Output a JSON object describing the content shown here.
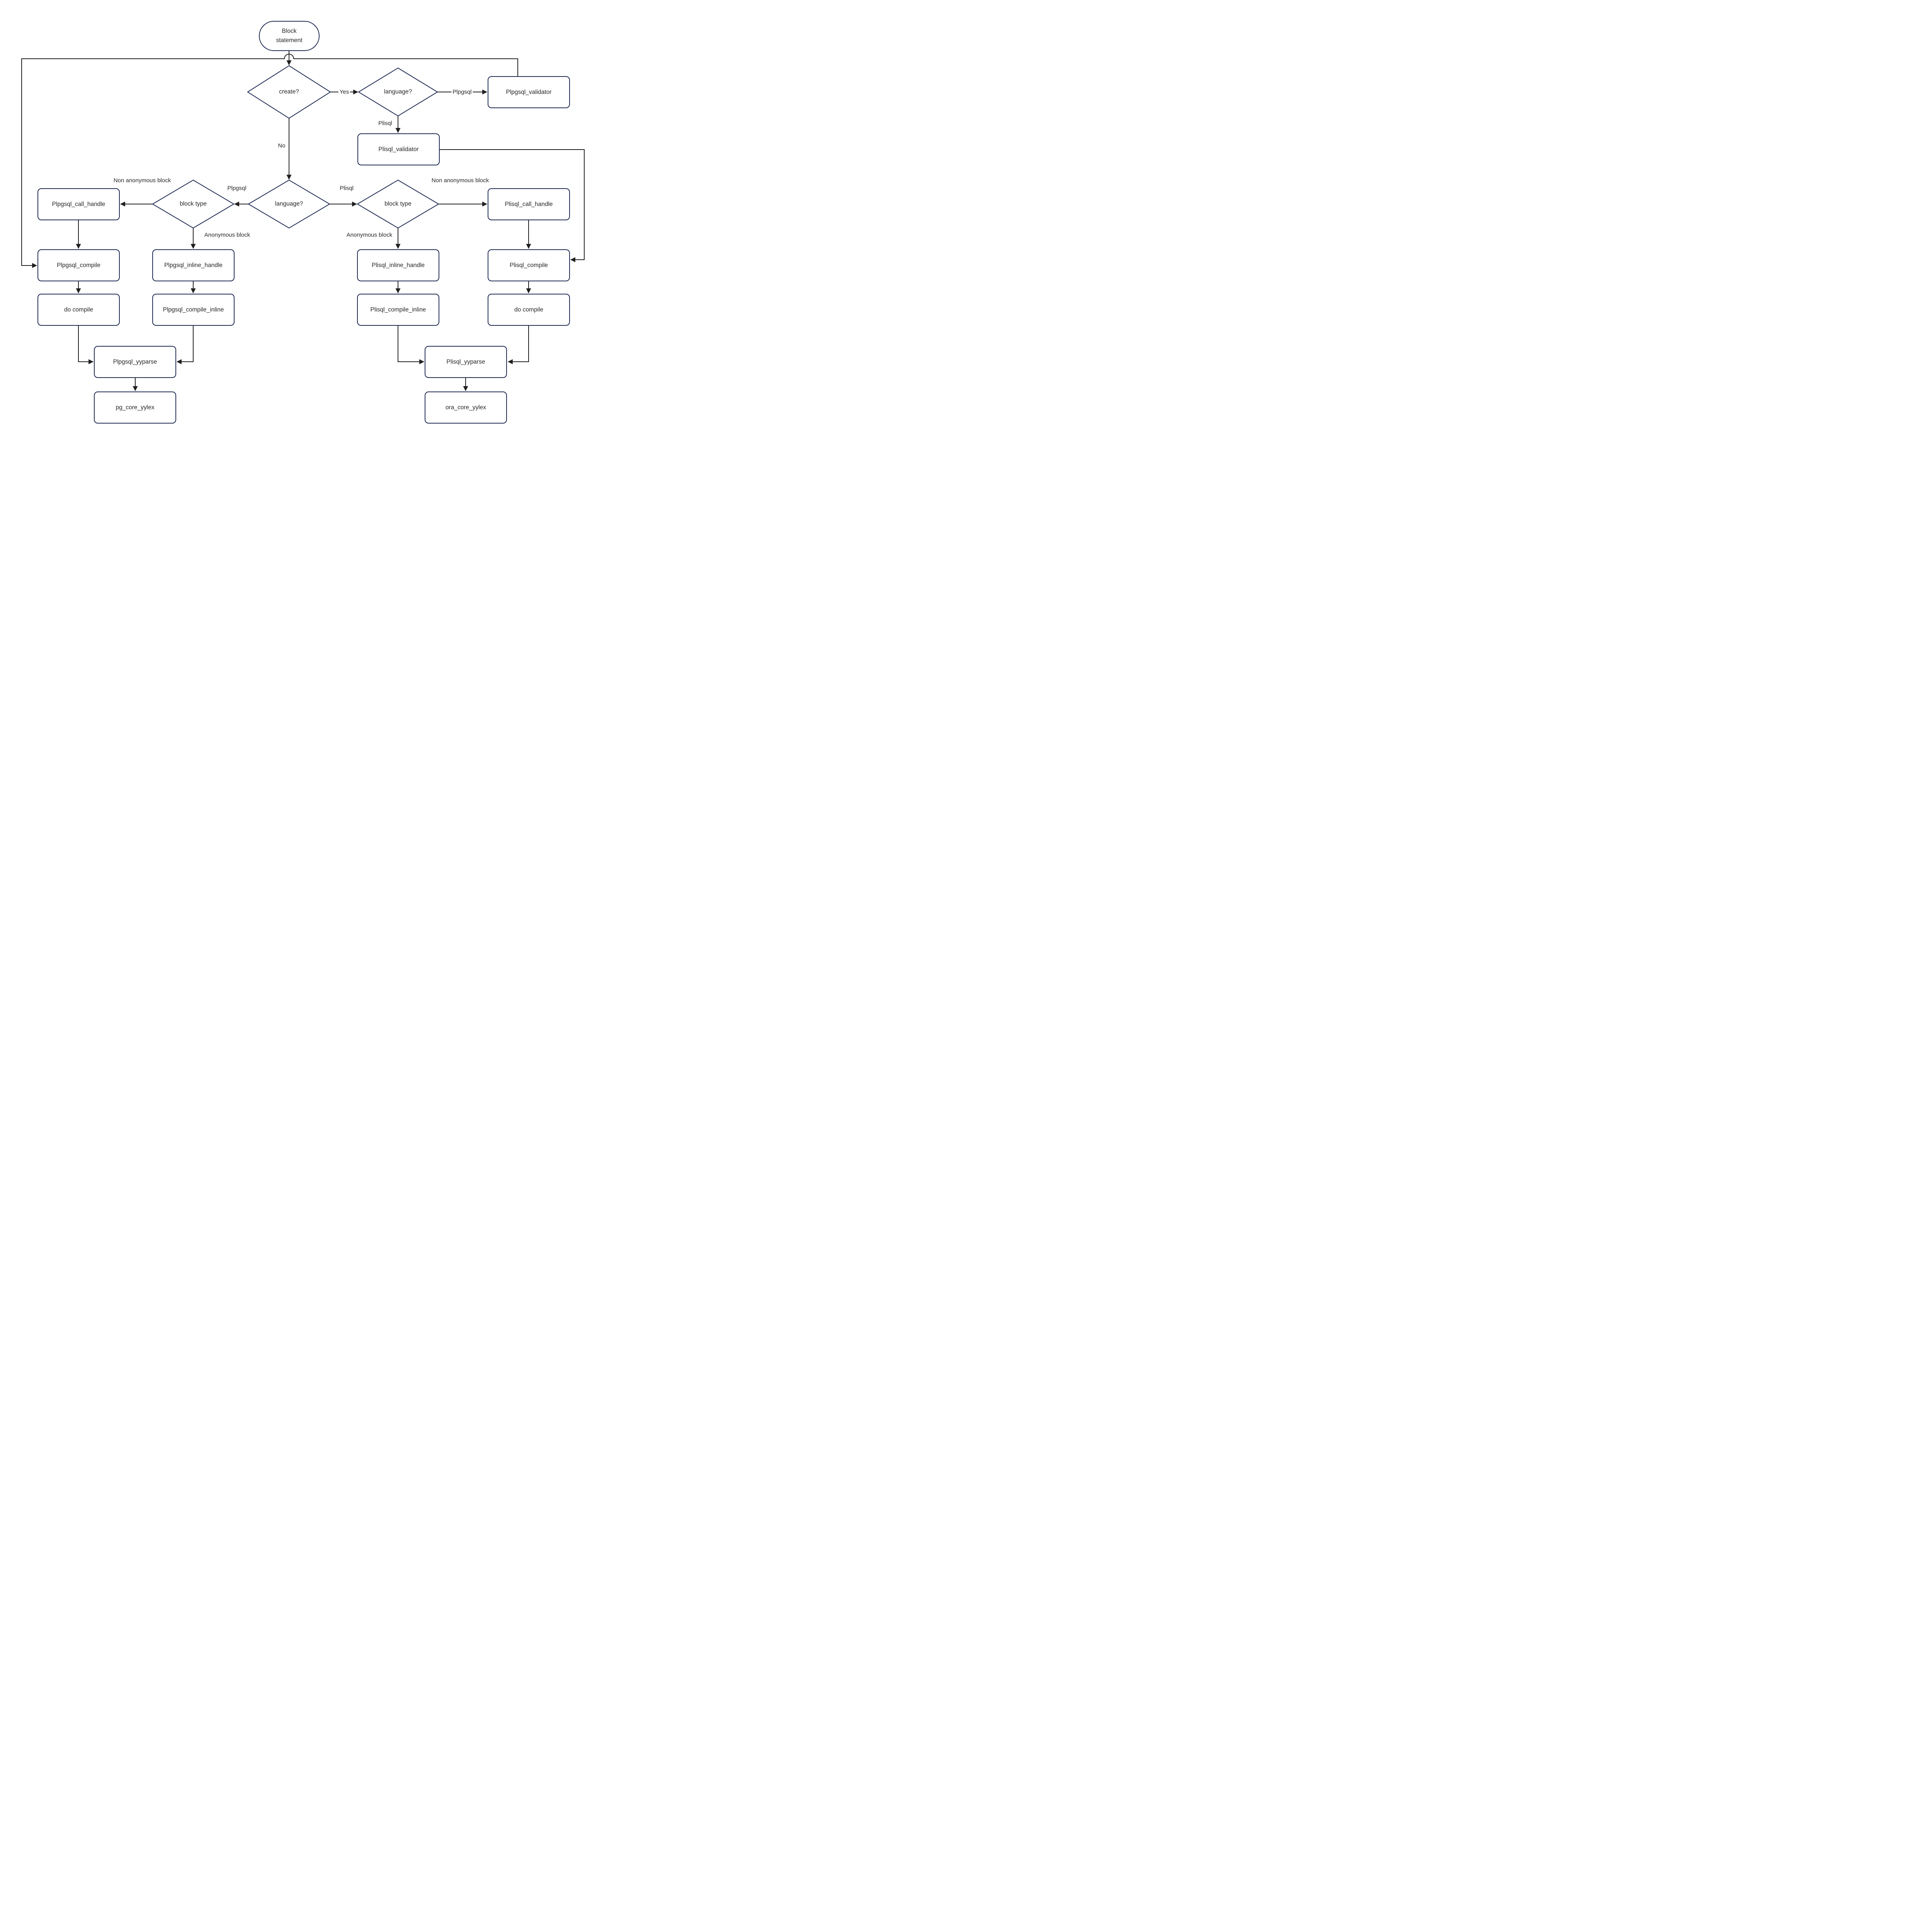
{
  "colors": {
    "node_border": "#1f2a52",
    "edge_line": "#1f1f1f",
    "text": "#262626",
    "background": "#ffffff"
  },
  "labels": {
    "block_statement": "Block statement",
    "create_q": "create?",
    "language_top": "language?",
    "plpgsql_validator": "Plpgsql_validator",
    "plisql_validator": "Plisql_validator",
    "language_main": "language?",
    "block_type_left": "block type",
    "block_type_right": "block type",
    "plpgsql_call_handle": "Plpgsql_call_handle",
    "plpgsql_compile": "Plpgsql_compile",
    "do_compile_left": "do compile",
    "plpgsql_inline_handle": "Plpgsql_inline_handle",
    "plpgsql_compile_inline": "Plpgsql_compile_inline",
    "plpgsql_yyparse": "Plpgsql_yyparse",
    "pg_core_yylex": "pg_core_yylex",
    "plisql_inline_handle": "Plisql_inline_handle",
    "plisql_compile_inline": "Plisql_compile_inline",
    "plisql_call_handle": "Plisql_call_handle",
    "plisql_compile": "Plisql_compile",
    "do_compile_right": "do compile",
    "plisql_yyparse": "Plisql_yyparse",
    "ora_core_yylex": "ora_core_yylex"
  },
  "edge_labels": {
    "yes": "Yes",
    "no": "No",
    "plpgsql_top": "Plpgsql",
    "plisql_top": "Plisql",
    "plpgsql_branch": "Plpgsql",
    "plisql_branch": "Plisql",
    "non_anonymous_left": "Non anonymous block",
    "anonymous_left": "Anonymous block",
    "non_anonymous_right": "Non anonymous block",
    "anonymous_right": "Anonymous block"
  },
  "edges": [
    {
      "from": "Block statement",
      "to": "create?",
      "label": ""
    },
    {
      "from": "create?",
      "to": "language? (top)",
      "label": "Yes"
    },
    {
      "from": "language? (top)",
      "to": "Plpgsql_validator",
      "label": "Plpgsql"
    },
    {
      "from": "language? (top)",
      "to": "Plisql_validator",
      "label": "Plisql"
    },
    {
      "from": "Plpgsql_validator",
      "to": "Plpgsql_compile",
      "label": ""
    },
    {
      "from": "Plisql_validator",
      "to": "Plisql_compile",
      "label": ""
    },
    {
      "from": "create?",
      "to": "language?",
      "label": "No"
    },
    {
      "from": "language?",
      "to": "block type (left)",
      "label": "Plpgsql"
    },
    {
      "from": "language?",
      "to": "block type (right)",
      "label": "Plisql"
    },
    {
      "from": "block type (left)",
      "to": "Plpgsql_call_handle",
      "label": "Non anonymous block"
    },
    {
      "from": "block type (left)",
      "to": "Plpgsql_inline_handle",
      "label": "Anonymous block"
    },
    {
      "from": "Plpgsql_call_handle",
      "to": "Plpgsql_compile",
      "label": ""
    },
    {
      "from": "Plpgsql_compile",
      "to": "do compile",
      "label": ""
    },
    {
      "from": "do compile",
      "to": "Plpgsql_yyparse",
      "label": ""
    },
    {
      "from": "Plpgsql_inline_handle",
      "to": "Plpgsql_compile_inline",
      "label": ""
    },
    {
      "from": "Plpgsql_compile_inline",
      "to": "Plpgsql_yyparse",
      "label": ""
    },
    {
      "from": "Plpgsql_yyparse",
      "to": "pg_core_yylex",
      "label": ""
    },
    {
      "from": "block type (right)",
      "to": "Plisql_call_handle",
      "label": "Non anonymous block"
    },
    {
      "from": "block type (right)",
      "to": "Plisql_inline_handle",
      "label": "Anonymous block"
    },
    {
      "from": "Plisql_call_handle",
      "to": "Plisql_compile",
      "label": ""
    },
    {
      "from": "Plisql_compile",
      "to": "do compile (right)",
      "label": ""
    },
    {
      "from": "do compile (right)",
      "to": "Plisql_yyparse",
      "label": ""
    },
    {
      "from": "Plisql_inline_handle",
      "to": "Plisql_compile_inline",
      "label": ""
    },
    {
      "from": "Plisql_compile_inline",
      "to": "Plisql_yyparse",
      "label": ""
    },
    {
      "from": "Plisql_yyparse",
      "to": "ora_core_yylex",
      "label": ""
    }
  ]
}
